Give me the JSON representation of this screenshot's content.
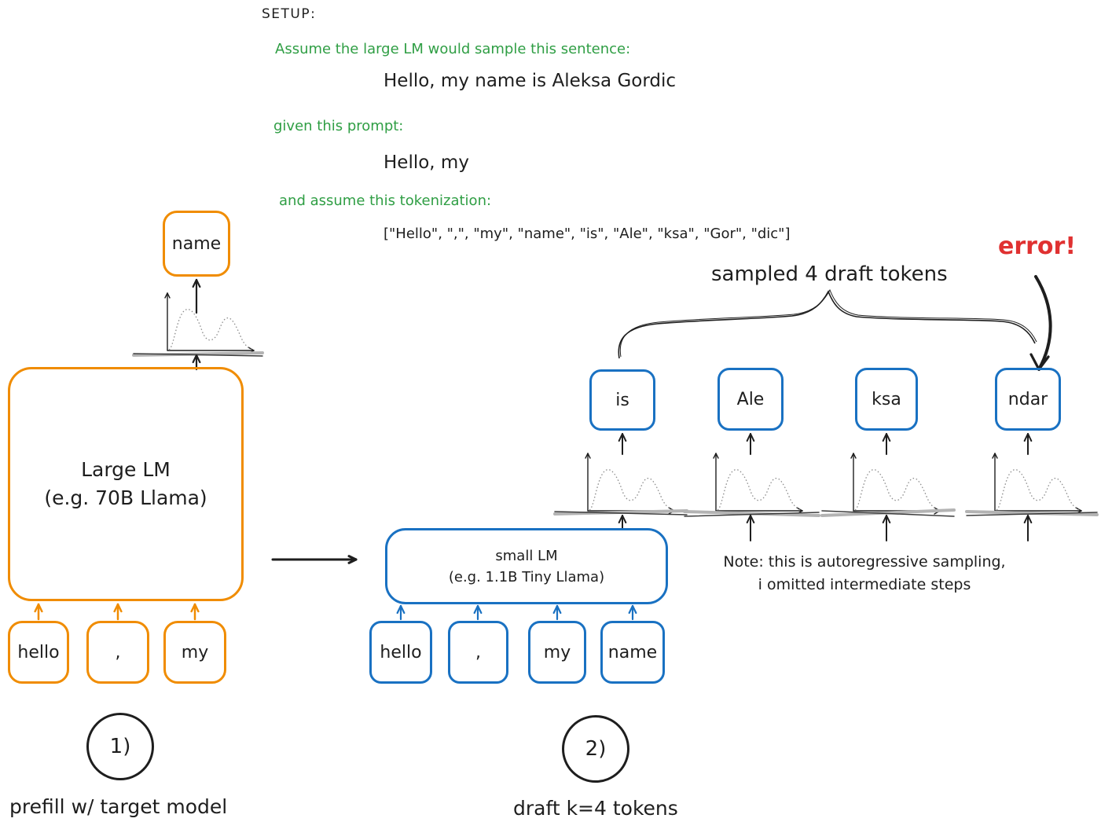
{
  "colors": {
    "orange": "#f08c00",
    "blue": "#1971c2",
    "green": "#2f9e44",
    "red": "#e03131",
    "ink": "#1e1e1e",
    "chart_gray": "#8a8a8a"
  },
  "setup": {
    "label": "SETUP:",
    "assumption": "Assume the large LM would sample this sentence:",
    "sentence": "Hello, my name is Aleksa Gordic",
    "prompt_label": "given this prompt:",
    "prompt": "Hello, my",
    "tokenization_label": "and assume this tokenization:",
    "tokenization": "[\"Hello\", \",\", \"my\", \"name\", \"is\", \"Ale\", \"ksa\", \"Gor\", \"dic\"]"
  },
  "large_lm": {
    "title_line1": "Large LM",
    "title_line2": "(e.g. 70B Llama)",
    "input_tokens": [
      "hello",
      ",",
      "my"
    ],
    "output_token": "name"
  },
  "small_lm": {
    "title_line1": "small LM",
    "title_line2": "(e.g. 1.1B Tiny Llama)",
    "input_tokens": [
      "hello",
      ",",
      "my",
      "name"
    ],
    "draft_tokens": [
      "is",
      "Ale",
      "ksa",
      "ndar"
    ]
  },
  "annotations": {
    "sampled_label": "sampled 4 draft tokens",
    "error_label": "error!",
    "note_line1": "Note: this is autoregressive sampling,",
    "note_line2": "i omitted intermediate steps",
    "step1_number": "1)",
    "step1_caption": "prefill w/ target model",
    "step2_number": "2)",
    "step2_caption": "draft k=4 tokens"
  }
}
